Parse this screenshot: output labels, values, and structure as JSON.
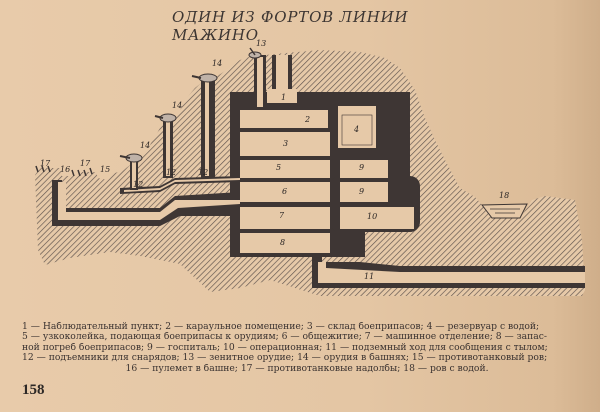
{
  "title": "ОДИН ИЗ ФОРТОВ ЛИНИИ МАЖИНО",
  "diagram": {
    "labels": {
      "1": "1",
      "2": "2",
      "3": "3",
      "4": "4",
      "5": "5",
      "6": "6",
      "7": "7",
      "8": "8",
      "9": "9",
      "10": "10",
      "11": "11",
      "12": "12",
      "13": "13",
      "14": "14",
      "15": "15",
      "16": "16",
      "17": "17",
      "18": "18"
    },
    "colors": {
      "paper": "#e6c9a8",
      "ink": "#3a3230",
      "hatch": "#6a5d56",
      "wall": "#3e3634"
    }
  },
  "legend": {
    "lines": [
      "1 — Наблюдательный пункт; 2 — караульное помещение; 3 — склад боеприпасов; 4 — резервуар с водой;",
      "5 — узкоколейка, подающая боеприпасы к орудиям; 6 — общежитие; 7 — машинное отделение; 8 — запас-",
      "ной погреб боеприпасов; 9 — госпиталь; 10 — операционная; 11 — подземный ход для сообщения с тылом;",
      "12 — подъемники для снарядов; 13 — зенитное орудие; 14 — орудия в башнях; 15 — противотанковый ров;",
      "16 — пулемет в башне; 17 — противотанковые надолбы; 18 — ров с водой."
    ],
    "items": [
      {
        "num": "1",
        "text": "Наблюдательный пункт"
      },
      {
        "num": "2",
        "text": "караульное помещение"
      },
      {
        "num": "3",
        "text": "склад боеприпасов"
      },
      {
        "num": "4",
        "text": "резервуар с водой"
      },
      {
        "num": "5",
        "text": "узкоколейка, подающая боеприпасы к орудиям"
      },
      {
        "num": "6",
        "text": "общежитие"
      },
      {
        "num": "7",
        "text": "машинное отделение"
      },
      {
        "num": "8",
        "text": "запасной погреб боеприпасов"
      },
      {
        "num": "9",
        "text": "госпиталь"
      },
      {
        "num": "10",
        "text": "операционная"
      },
      {
        "num": "11",
        "text": "подземный ход для сообщения с тылом"
      },
      {
        "num": "12",
        "text": "подъемники для снарядов"
      },
      {
        "num": "13",
        "text": "зенитное орудие"
      },
      {
        "num": "14",
        "text": "орудия в башнях"
      },
      {
        "num": "15",
        "text": "противотанковый ров"
      },
      {
        "num": "16",
        "text": "пулемет в башне"
      },
      {
        "num": "17",
        "text": "противотанковые надолбы"
      },
      {
        "num": "18",
        "text": "ров с водой"
      }
    ]
  },
  "page_number": "158"
}
